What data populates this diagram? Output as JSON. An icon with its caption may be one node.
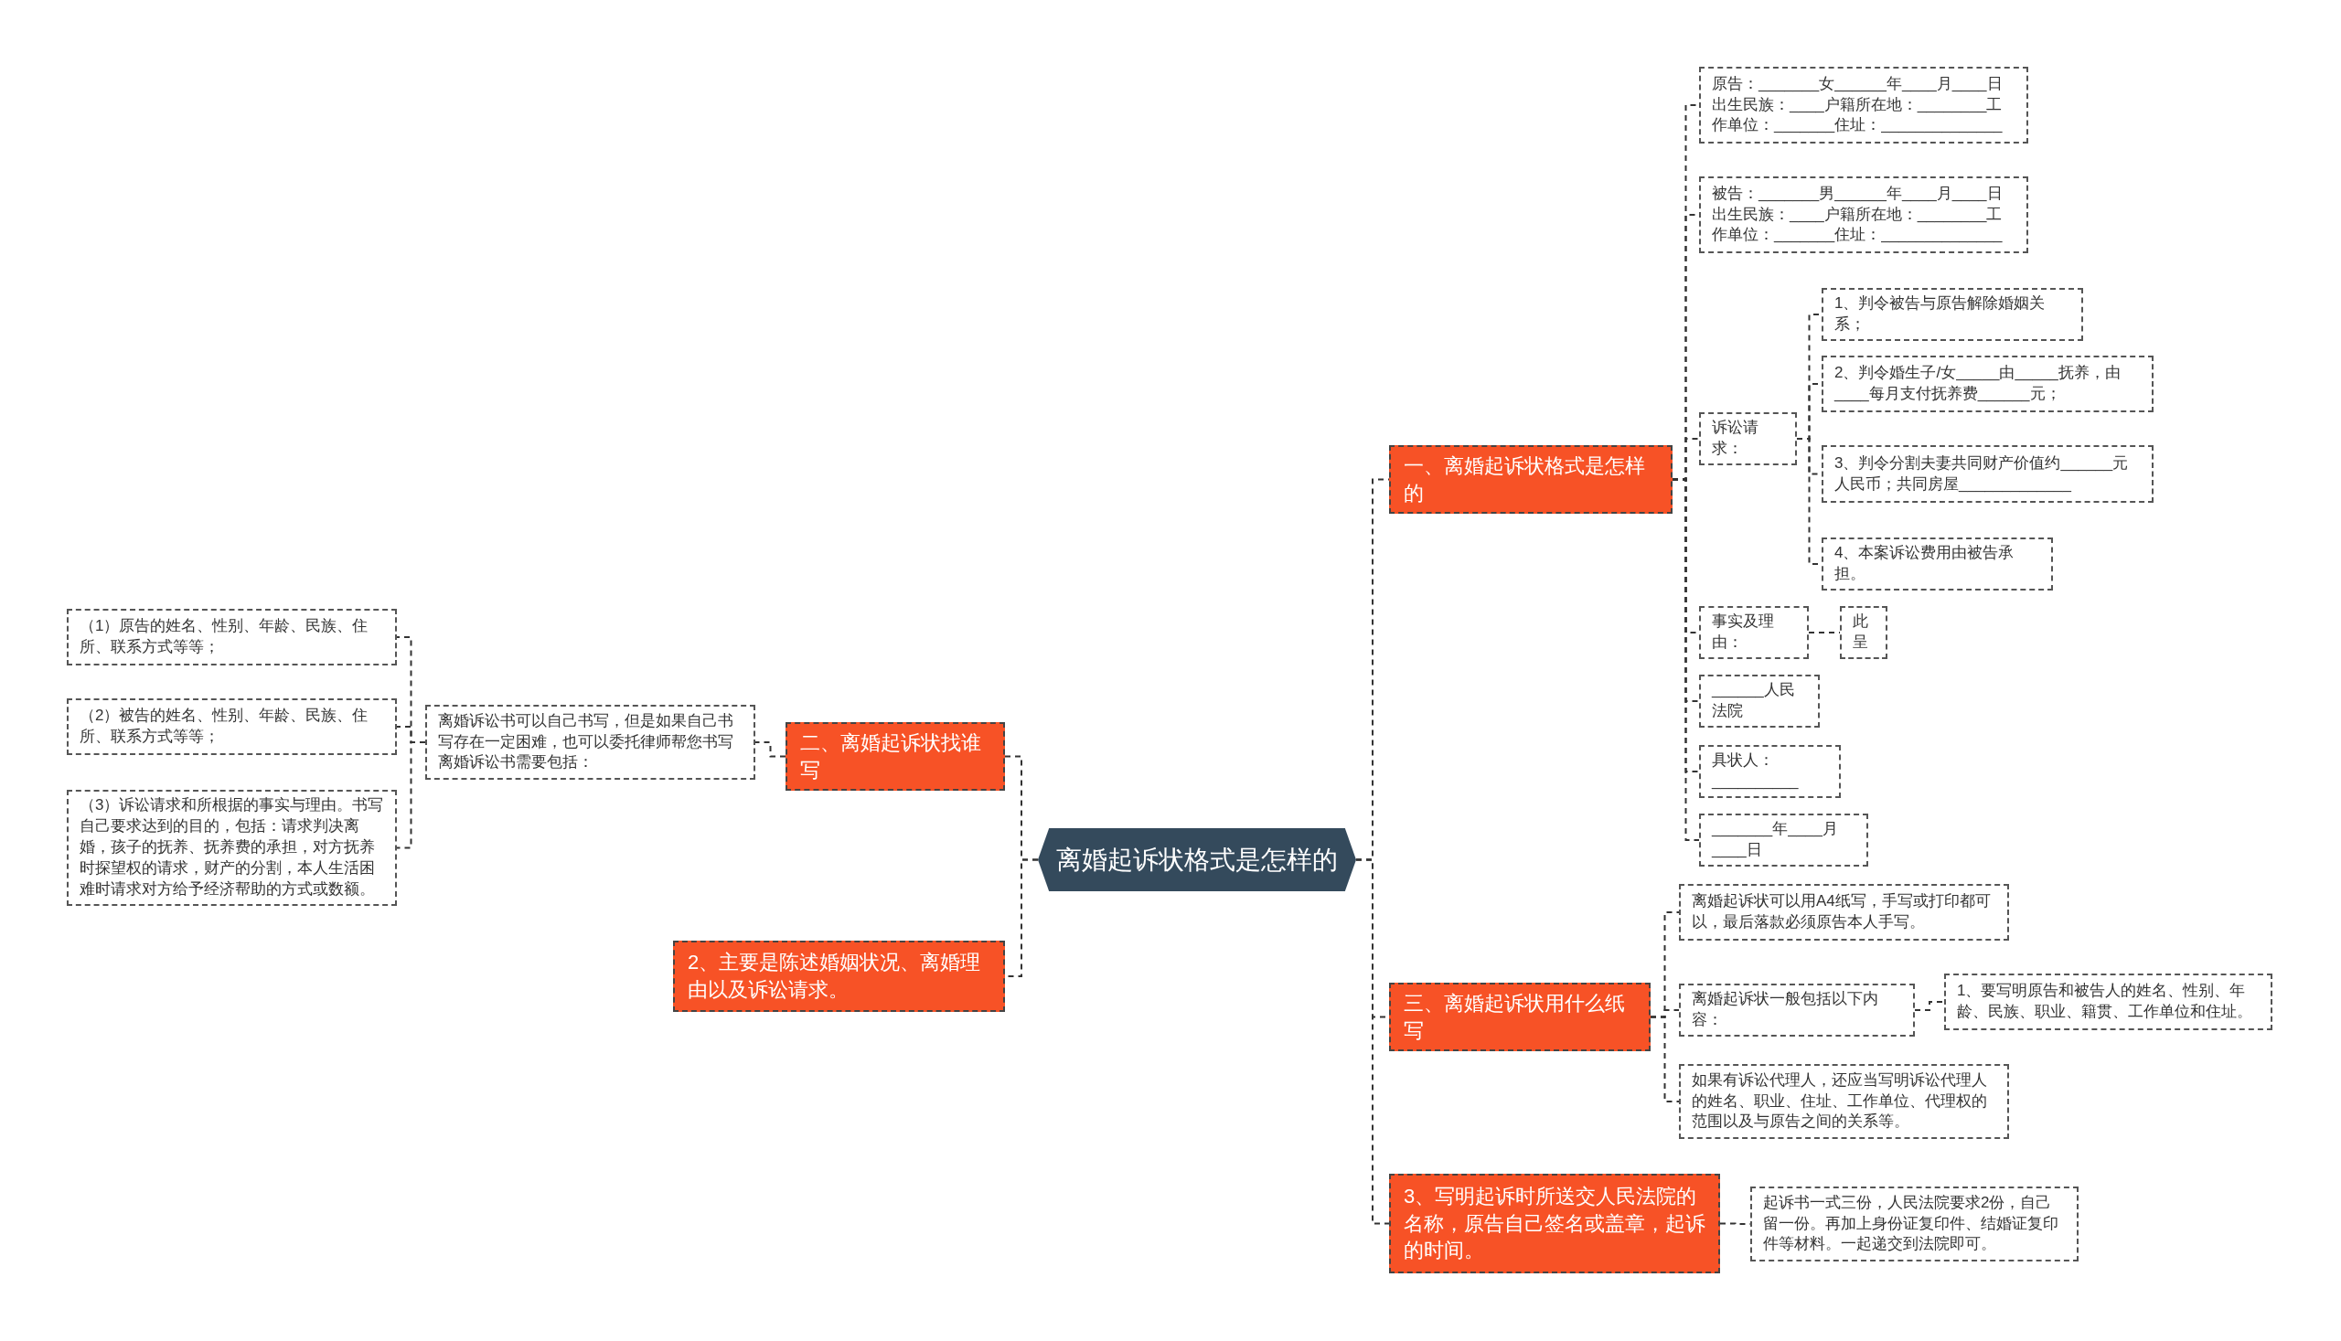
{
  "diagram": {
    "nodes": [
      {
        "text": [
          "离婚起诉状格式是怎样的"
        ]
      },
      {
        "text": [
          "一、离婚起诉状格式是怎样的"
        ]
      },
      {
        "text": [
          "原告：_______女______年____月____日出生民族：____户籍所在地：________工作单位：_______住址：______________"
        ]
      },
      {
        "text": [
          "被告：_______男______年____月____日出生民族：____户籍所在地：________工作单位：_______住址：______________"
        ]
      },
      {
        "text": [
          "诉讼请求："
        ]
      },
      {
        "text": [
          "1、判令被告与原告解除婚姻关系；"
        ]
      },
      {
        "text": [
          "2、判令婚生子/女_____由_____抚养，由____每月支付抚养费______元；"
        ]
      },
      {
        "text": [
          "3、判令分割夫妻共同财产价值约______元人民币；共同房屋_____________"
        ]
      },
      {
        "text": [
          "4、本案诉讼费用由被告承担。"
        ]
      },
      {
        "text": [
          "事实及理由："
        ]
      },
      {
        "text": [
          "此呈"
        ]
      },
      {
        "text": [
          "______人民法院"
        ]
      },
      {
        "text": [
          "具状人：__________"
        ]
      },
      {
        "text": [
          "_______年____月____日"
        ]
      },
      {
        "text": [
          "三、离婚起诉状用什么纸写"
        ]
      },
      {
        "text": [
          "离婚起诉状可以用A4纸写，手写或打印都可以，最后落款必须原告本人手写。"
        ]
      },
      {
        "text": [
          "离婚起诉状一般包括以下内容："
        ]
      },
      {
        "text": [
          "1、要写明原告和被告人的姓名、性别、年龄、民族、职业、籍贯、工作单位和住址。"
        ]
      },
      {
        "text": [
          "如果有诉讼代理人，还应当写明诉讼代理人的姓名、职业、住址、工作单位、代理权的范围以及与原告之间的关系等。"
        ]
      },
      {
        "text": [
          "3、写明起诉时所送交人民法院的名称，原告自己签名或盖章，起诉的时间。"
        ]
      },
      {
        "text": [
          "起诉书一式三份，人民法院要求2份，自己留一份。再加上身份证复印件、结婚证复印件等材料。一起递交到法院即可。"
        ]
      },
      {
        "text": [
          "二、离婚起诉状找谁写"
        ]
      },
      {
        "text": [
          "离婚诉讼书可以自己书写，但是如果自己书写存在一定困难，也可以委托律师帮您书写离婚诉讼书需要包括："
        ]
      },
      {
        "text": [
          "（1）原告的姓名、性别、年龄、民族、住所、联系方式等等；"
        ]
      },
      {
        "text": [
          "（2）被告的姓名、性别、年龄、民族、住所、联系方式等等；"
        ]
      },
      {
        "text": [
          "（3）诉讼请求和所根据的事实与理由。书写自己要求达到的目的，包括：请求判决离婚，孩子的抚养、抚养费的承担，对方抚养时探望权的请求，财产的分割，本人生活困难时请求对方给予经济帮助的方式或数额。"
        ]
      },
      {
        "text": [
          "2、主要是陈述婚姻状况、离婚理由以及诉讼请求。"
        ]
      }
    ],
    "edges": [
      {
        "from": 0,
        "to": 1,
        "arrow": "none"
      },
      {
        "from": 1,
        "to": 2,
        "arrow": "none"
      },
      {
        "from": 1,
        "to": 3,
        "arrow": "none"
      },
      {
        "from": 1,
        "to": 4,
        "arrow": "none"
      },
      {
        "from": 4,
        "to": 5,
        "arrow": "none"
      },
      {
        "from": 4,
        "to": 6,
        "arrow": "none"
      },
      {
        "from": 4,
        "to": 7,
        "arrow": "none"
      },
      {
        "from": 4,
        "to": 8,
        "arrow": "none"
      },
      {
        "from": 1,
        "to": 9,
        "arrow": "none"
      },
      {
        "from": 9,
        "to": 10,
        "arrow": "none"
      },
      {
        "from": 1,
        "to": 11,
        "arrow": "none"
      },
      {
        "from": 1,
        "to": 12,
        "arrow": "none"
      },
      {
        "from": 1,
        "to": 13,
        "arrow": "none"
      },
      {
        "from": 0,
        "to": 14,
        "arrow": "none"
      },
      {
        "from": 14,
        "to": 15,
        "arrow": "none"
      },
      {
        "from": 14,
        "to": 16,
        "arrow": "none"
      },
      {
        "from": 16,
        "to": 17,
        "arrow": "none"
      },
      {
        "from": 14,
        "to": 18,
        "arrow": "none"
      },
      {
        "from": 0,
        "to": 19,
        "arrow": "none"
      },
      {
        "from": 19,
        "to": 20,
        "arrow": "none"
      },
      {
        "from": 0,
        "to": 21,
        "arrow": "none"
      },
      {
        "from": 21,
        "to": 22,
        "arrow": "none"
      },
      {
        "from": 22,
        "to": 23,
        "arrow": "none"
      },
      {
        "from": 22,
        "to": 24,
        "arrow": "none"
      },
      {
        "from": 22,
        "to": 25,
        "arrow": "none"
      },
      {
        "from": 0,
        "to": 26,
        "arrow": "none"
      }
    ]
  }
}
